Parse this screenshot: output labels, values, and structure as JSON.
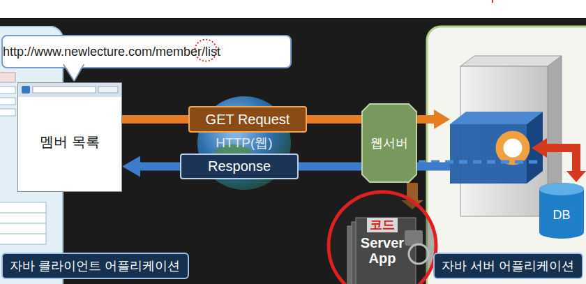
{
  "diagram": {
    "nodes": [
      {
        "text": [
          "http://www.newlecture.com/member/list"
        ]
      },
      {
        "text": [
          "멤버 목록"
        ]
      },
      {
        "text": [
          "GET Request"
        ]
      },
      {
        "text": [
          "HTTP(웹)"
        ]
      },
      {
        "text": [
          "Response"
        ]
      },
      {
        "text": [
          "웹서버"
        ]
      },
      {
        "text": [
          "DB"
        ]
      },
      {
        "text": [
          "코드",
          "Server App"
        ]
      },
      {
        "text": [
          "자바 클라이언트 어플리케이션"
        ]
      },
      {
        "text": [
          "자바 서버 어플리케이션"
        ]
      }
    ],
    "edges": [
      {
        "from": 1,
        "to": 2,
        "arrow": "none"
      },
      {
        "from": 2,
        "to": 5,
        "arrow": "none"
      },
      {
        "from": 5,
        "to": 4,
        "arrow": "none"
      },
      {
        "from": 4,
        "to": 1,
        "arrow": "to"
      }
    ]
  }
}
